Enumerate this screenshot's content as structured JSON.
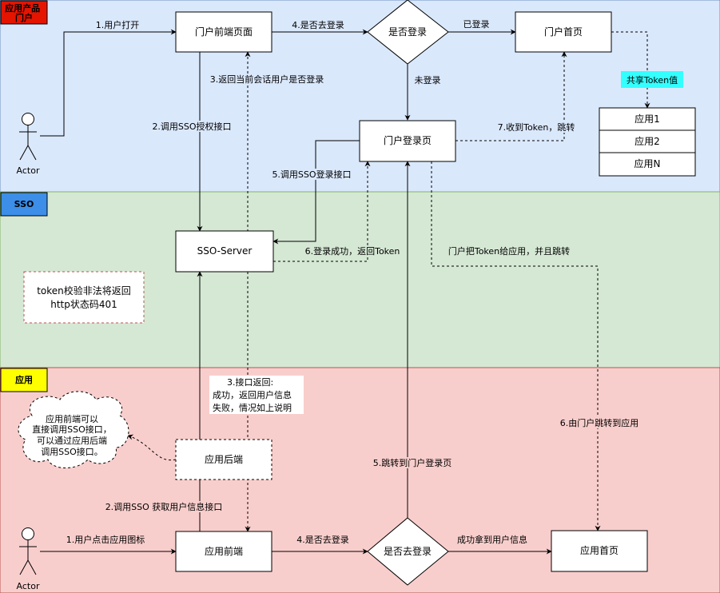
{
  "lanes": {
    "portal": "应用产品门户",
    "sso": "SSO",
    "app": "应用"
  },
  "actors": {
    "top": "Actor",
    "bottom": "Actor"
  },
  "nodes": {
    "portal_front": "门户前端页面",
    "is_login_top": "是否登录",
    "portal_home": "门户首页",
    "portal_login": "门户登录页",
    "app_list": [
      "应用1",
      "应用2",
      "应用N"
    ],
    "sso_server": "SSO-Server",
    "app_backend": "应用后端",
    "app_front": "应用前端",
    "is_login_bottom": "是否去登录",
    "app_home": "应用首页"
  },
  "notes": {
    "shared_token": "共享Token值",
    "token_invalid_line1": "token校验非法将返回",
    "token_invalid_line2": "http状态码401",
    "cloud_line1": "应用前端可以",
    "cloud_line2": "直接调用SSO接口，",
    "cloud_line3": "可以通过应用后端",
    "cloud_line4": "调用SSO接口。"
  },
  "edges": {
    "user_open": "1.用户打开",
    "go_login_top": "4.是否去登录",
    "logged_in": "已登录",
    "not_logged_in": "未登录",
    "return_session": "3.返回当前会话用户是否登录",
    "call_sso_auth": "2.调用SSO授权接口",
    "call_sso_login": "5.调用SSO登录接口",
    "receive_token": "7.收到Token，跳转",
    "login_success": "6.登录成功，返回Token",
    "portal_give_token": "门户把Token给应用，并且跳转",
    "iface_return_1": "3.接口返回:",
    "iface_return_2": "成功，返回用户信息",
    "iface_return_3": "失败，情况如上说明",
    "redirect_app": "6.由门户跳转到应用",
    "jump_portal_login": "5.跳转到门户登录页",
    "call_sso_userinfo": "2.调用SSO 获取用户信息接口",
    "user_click_icon": "1.用户点击应用图标",
    "go_login_bottom": "4.是否去登录",
    "got_userinfo": "成功拿到用户信息"
  },
  "colors": {
    "portal_lane": "#dae8fc",
    "sso_lane": "#d5e8d4",
    "app_lane": "#f8cecc",
    "portal_tag": "#e51400",
    "sso_tag": "#3c8ee8",
    "app_tag": "#ffff00",
    "shared_token_bg": "#33ffff"
  }
}
